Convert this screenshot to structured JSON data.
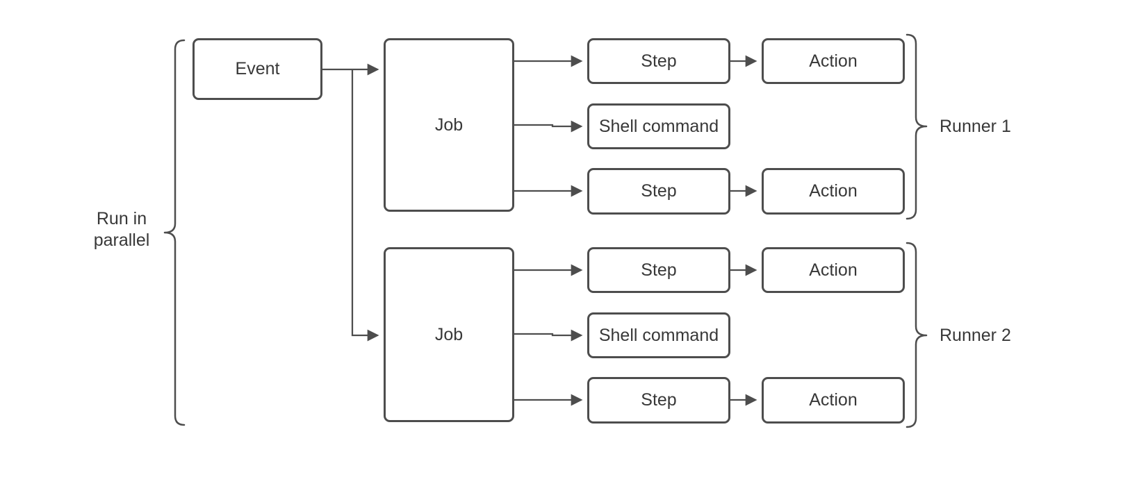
{
  "diagram": {
    "parallel_label": "Run in\nparallel",
    "event": "Event",
    "groups": [
      {
        "job": "Job",
        "runner": "Runner 1",
        "rows": [
          {
            "step": "Step",
            "action": "Action"
          },
          {
            "step": "Shell command"
          },
          {
            "step": "Step",
            "action": "Action"
          }
        ]
      },
      {
        "job": "Job",
        "runner": "Runner 2",
        "rows": [
          {
            "step": "Step",
            "action": "Action"
          },
          {
            "step": "Shell command"
          },
          {
            "step": "Step",
            "action": "Action"
          }
        ]
      }
    ],
    "colors": {
      "stroke": "#4d4d4d",
      "text": "#383838",
      "background": "#ffffff"
    }
  }
}
